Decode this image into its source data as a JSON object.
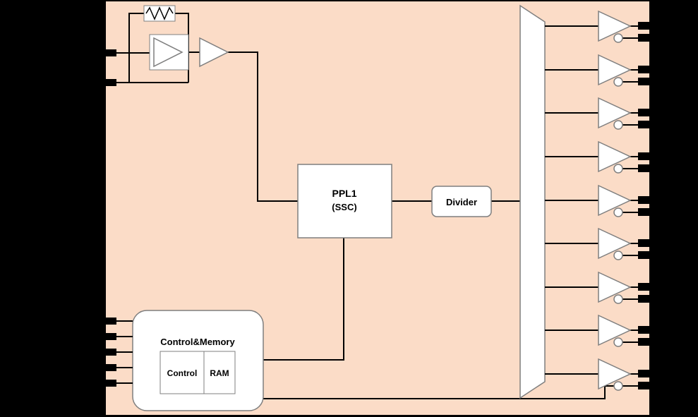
{
  "diagram": {
    "type": "block-diagram",
    "colors": {
      "canvas_background": "#000000",
      "chip_fill": "#fbdcc7",
      "block_fill": "#ffffff",
      "block_border": "#7f7f7f",
      "wire": "#000000",
      "pin": "#000000",
      "text": "#000000"
    },
    "blocks": {
      "pll": {
        "title": "PPL1",
        "subtitle": "(SSC)"
      },
      "divider": {
        "label": "Divider"
      },
      "control_memory": {
        "title": "Control&Memory",
        "control_label": "Control",
        "ram_label": "RAM"
      }
    },
    "oscillator": {
      "resistor_icon": "resistor-zigzag-icon",
      "amplifier_count": 2,
      "pin_count": 2
    },
    "fanout": {
      "icon": "fanout-trapezoid-icon"
    },
    "output_buffers": {
      "count": 9,
      "inverted": true,
      "pins_per_buffer": 2
    },
    "left_pins": {
      "control_pin_count": 5
    }
  }
}
